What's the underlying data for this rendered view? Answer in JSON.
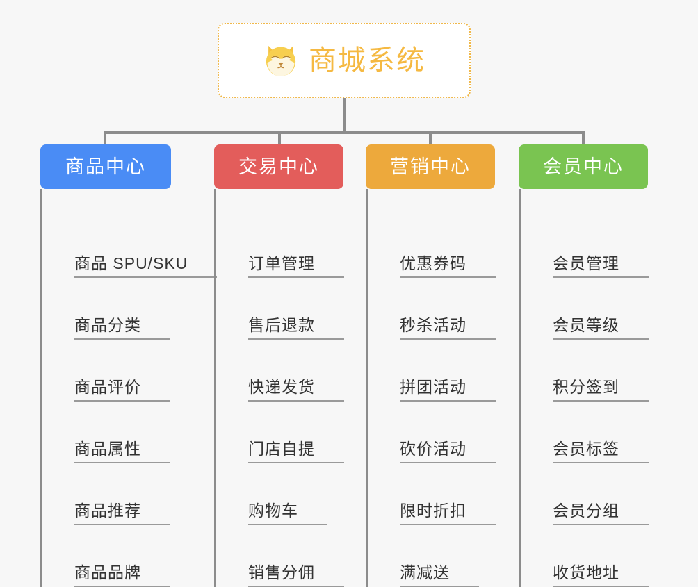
{
  "diagram": {
    "type": "mind-map",
    "background_color": "#f7f7f7",
    "root": {
      "title": "商城系统",
      "icon": "shiba-dog-face-icon",
      "border_color": "#f0b849",
      "text_color": "#f5b942",
      "background_color": "#ffffff"
    },
    "connector_color": "#8c8c8c",
    "branches": [
      {
        "label": "商品中心",
        "color": "#4a8cf5",
        "items": [
          "商品 SPU/SKU",
          "商品分类",
          "商品评价",
          "商品属性",
          "商品推荐",
          "商品品牌"
        ]
      },
      {
        "label": "交易中心",
        "color": "#e35d5b",
        "items": [
          "订单管理",
          "售后退款",
          "快递发货",
          "门店自提",
          "购物车",
          "销售分佣"
        ]
      },
      {
        "label": "营销中心",
        "color": "#eda93c",
        "items": [
          "优惠券码",
          "秒杀活动",
          "拼团活动",
          "砍价活动",
          "限时折扣",
          "满减送"
        ]
      },
      {
        "label": "会员中心",
        "color": "#7ac451",
        "items": [
          "会员管理",
          "会员等级",
          "积分签到",
          "会员标签",
          "会员分组",
          "收货地址"
        ]
      }
    ]
  }
}
